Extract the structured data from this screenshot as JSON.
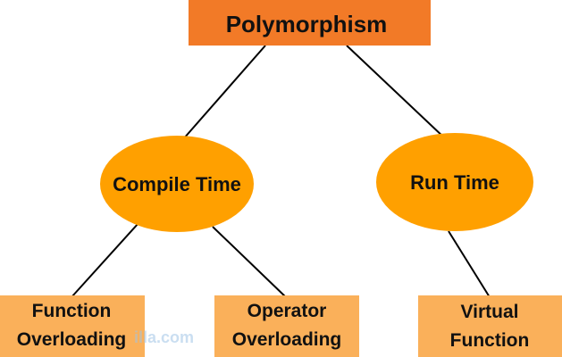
{
  "colors": {
    "root_fill": "#f27a27",
    "ellipse_fill": "#ffa000",
    "leaf_fill": "#fab05a",
    "line": "#000000",
    "text": "#111111"
  },
  "nodes": {
    "root": {
      "label": "Polymorphism"
    },
    "compile_time": {
      "label": "Compile Time"
    },
    "run_time": {
      "label": "Run Time"
    },
    "function_overloading": {
      "line1": "Function",
      "line2": "Overloading"
    },
    "operator_overloading": {
      "line1": "Operator",
      "line2": "Overloading"
    },
    "virtual_function": {
      "line1": "Virtual",
      "line2": "Function"
    }
  },
  "watermark": "illa.com"
}
